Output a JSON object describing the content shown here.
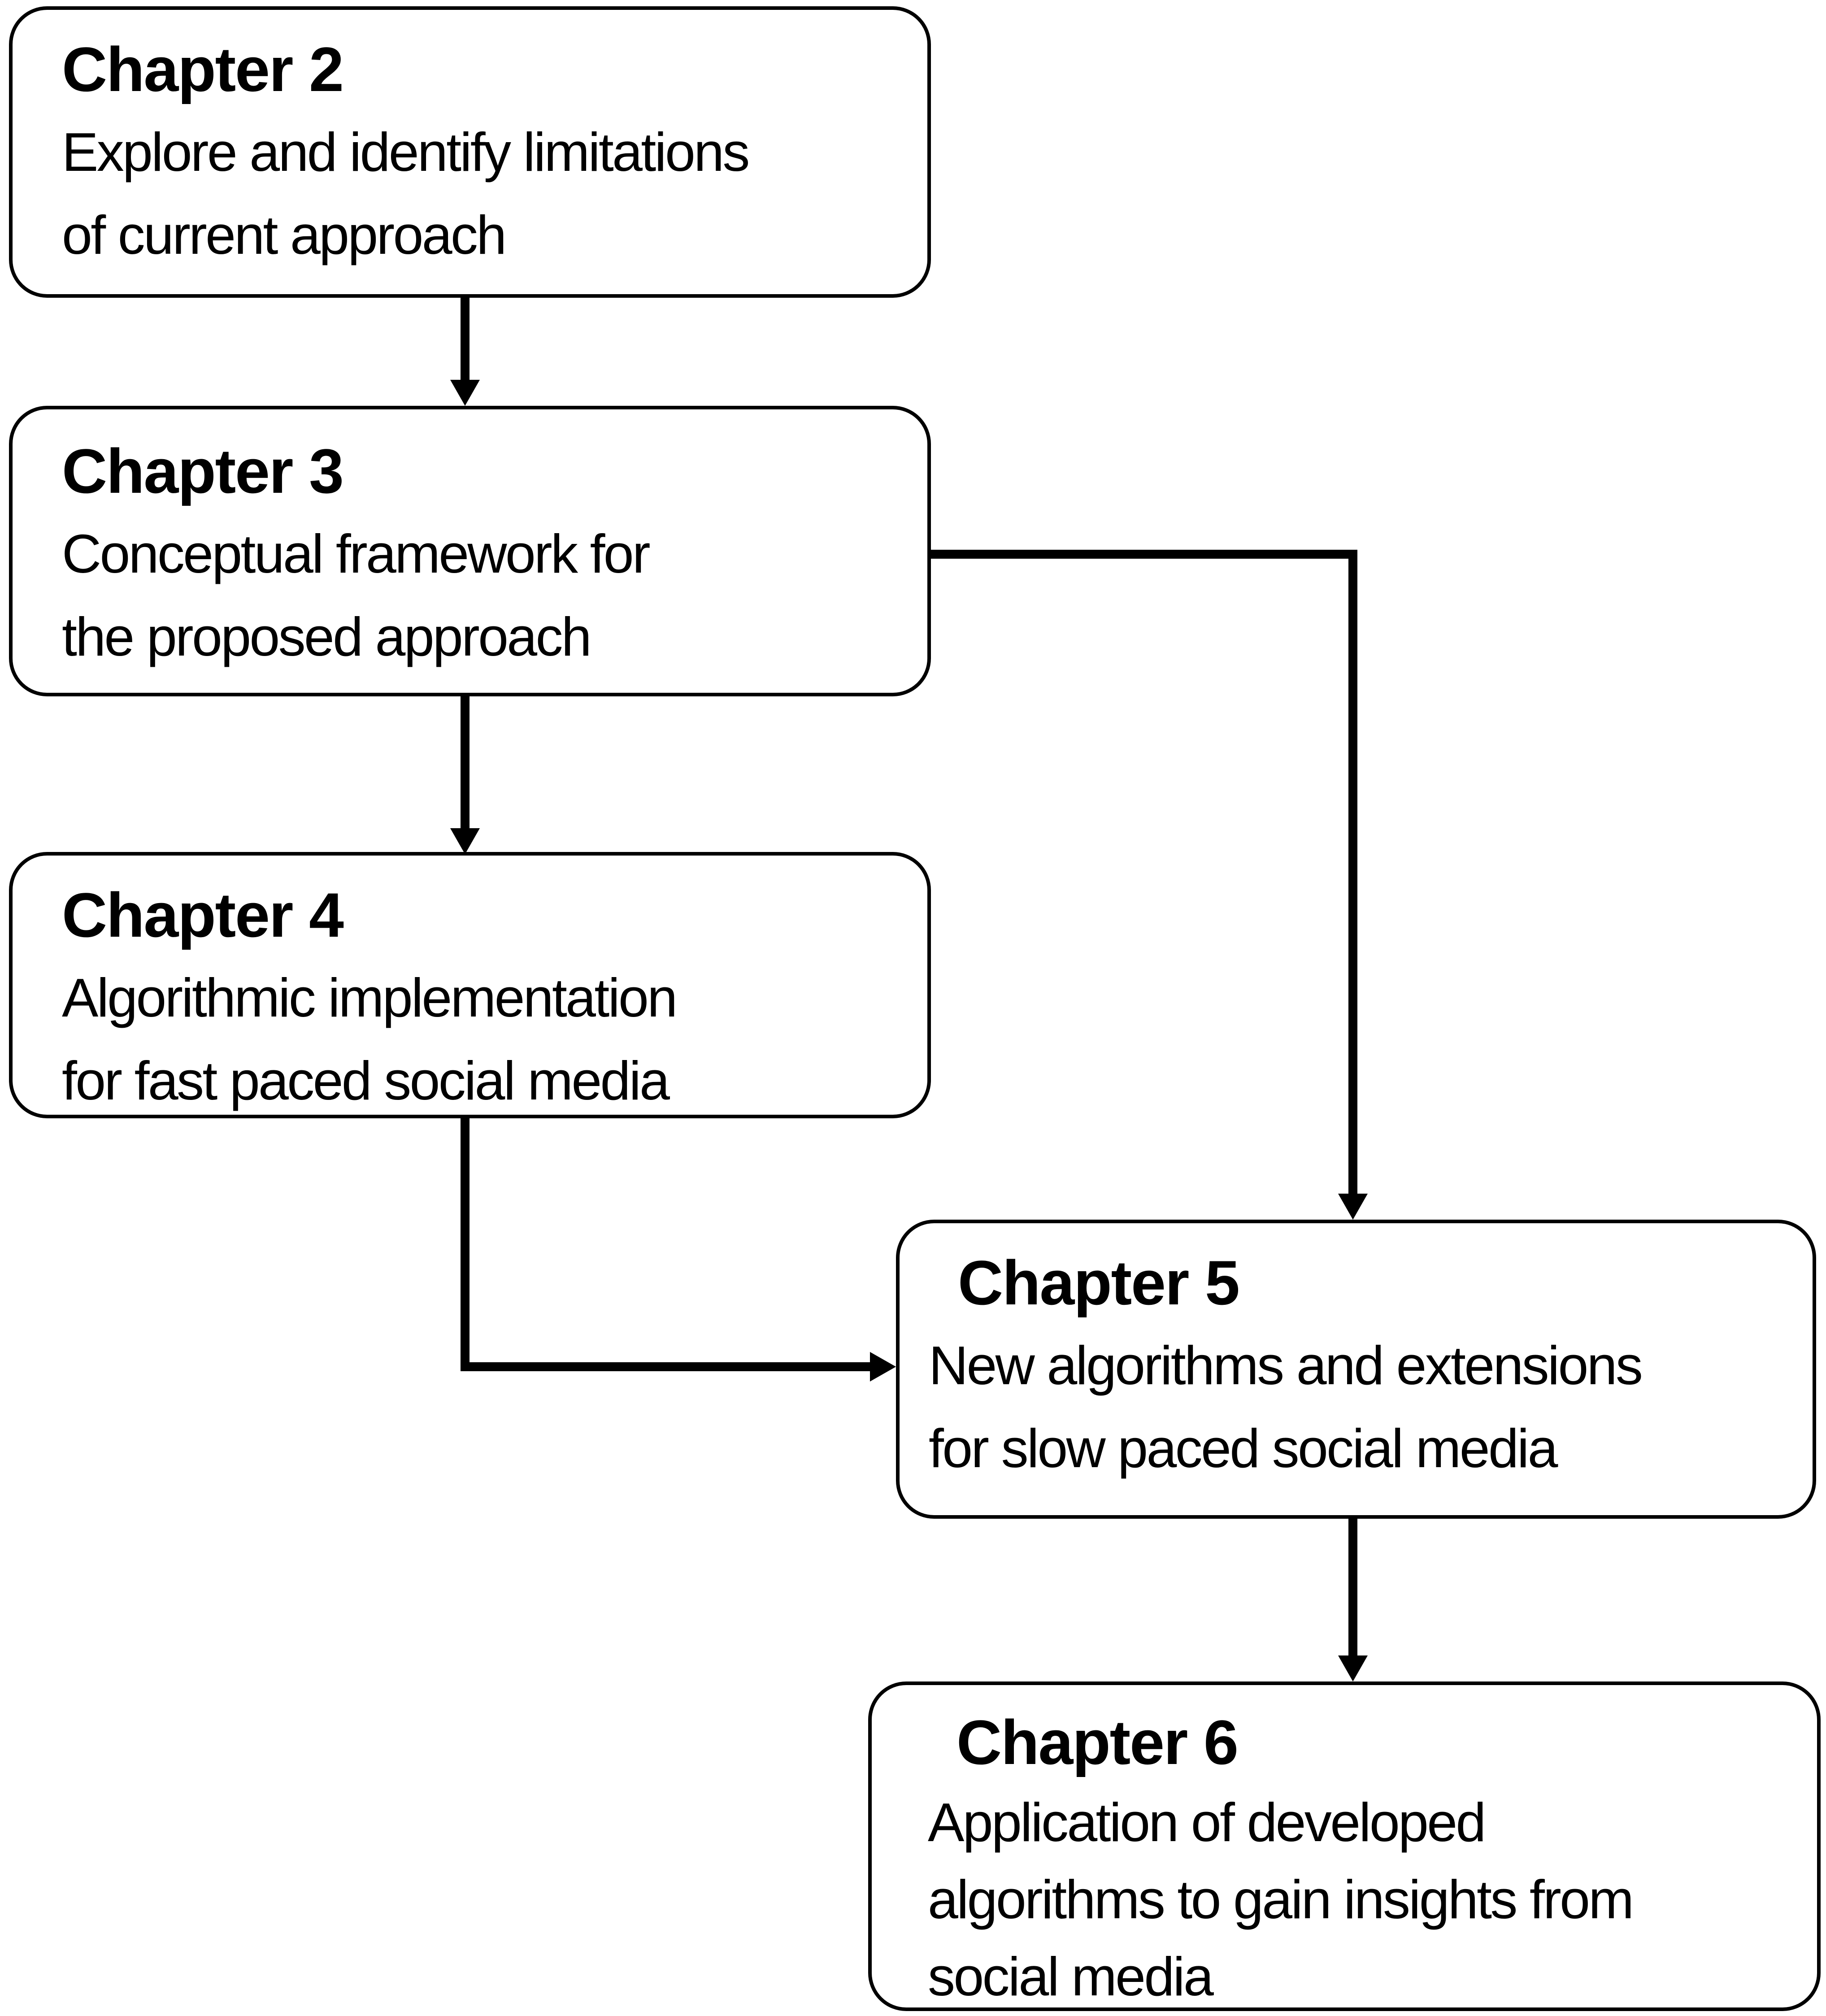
{
  "diagram": {
    "type": "flowchart",
    "background_color": "#ffffff",
    "stroke_color": "#000000",
    "text_color": "#000000",
    "nodes": [
      {
        "id": "ch2",
        "title": "Chapter 2",
        "description": "Explore and identify limitations of current approach",
        "lines": [
          "Explore and identify limitations",
          "of current approach"
        ]
      },
      {
        "id": "ch3",
        "title": "Chapter 3",
        "description": "Conceptual framework for the proposed approach",
        "lines": [
          "Conceptual framework for",
          "the proposed approach"
        ]
      },
      {
        "id": "ch4",
        "title": "Chapter 4",
        "description": "Algorithmic implementation for fast paced social media",
        "lines": [
          "Algorithmic implementation",
          "for fast paced social media"
        ]
      },
      {
        "id": "ch5",
        "title": "Chapter 5",
        "description": "New algorithms and extensions for slow paced social media",
        "lines": [
          "New algorithms and extensions",
          "for slow paced social media"
        ]
      },
      {
        "id": "ch6",
        "title": "Chapter 6",
        "description": "Application of developed algorithms to gain insights from social media",
        "lines": [
          "Application of developed",
          "algorithms to gain insights from",
          "social media"
        ]
      }
    ],
    "edges": [
      {
        "from": "ch2",
        "to": "ch3",
        "route": "straight-down",
        "arrowhead": "down"
      },
      {
        "from": "ch3",
        "to": "ch4",
        "route": "straight-down",
        "arrowhead": "down"
      },
      {
        "from": "ch3",
        "to": "ch5",
        "route": "right-then-down",
        "arrowhead": "down"
      },
      {
        "from": "ch4",
        "to": "ch5",
        "route": "down-then-right",
        "arrowhead": "right"
      },
      {
        "from": "ch5",
        "to": "ch6",
        "route": "straight-down",
        "arrowhead": "down"
      }
    ]
  }
}
